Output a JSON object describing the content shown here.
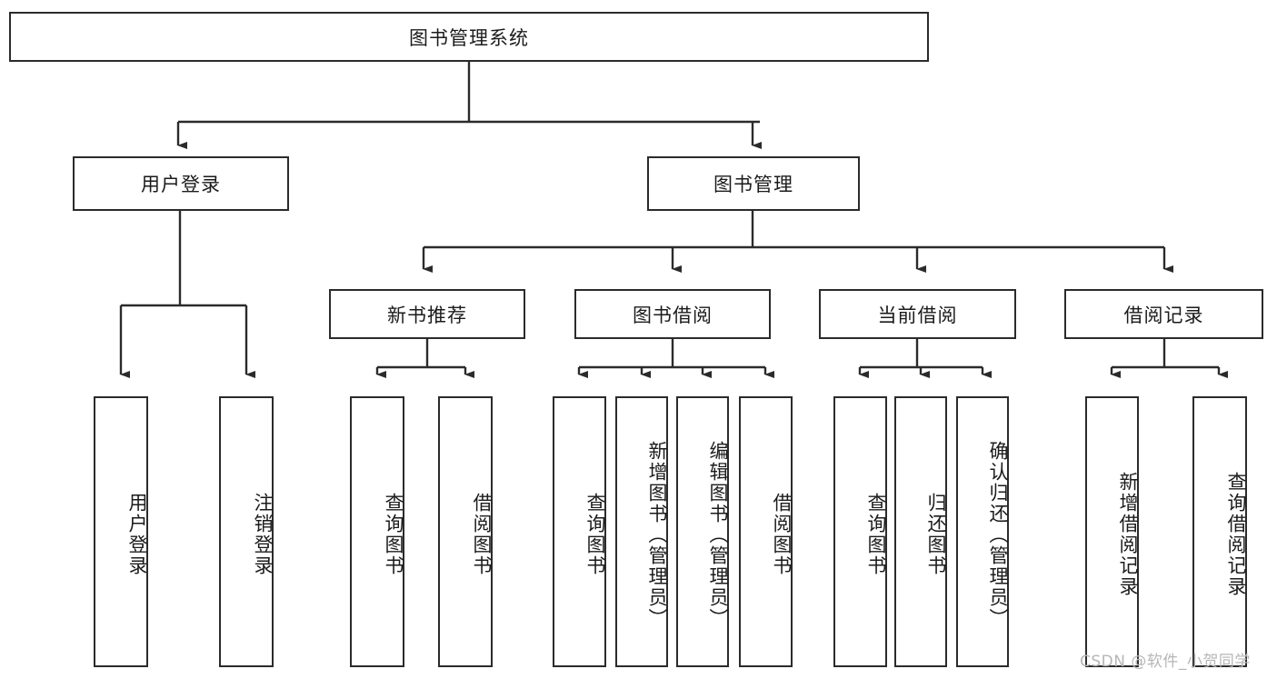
{
  "diagram": {
    "title": "图书管理系统",
    "type": "hierarchy-tree",
    "root": {
      "label": "图书管理系统"
    },
    "level1": [
      {
        "label": "用户登录"
      },
      {
        "label": "图书管理"
      }
    ],
    "level2": [
      {
        "label": "新书推荐"
      },
      {
        "label": "图书借阅"
      },
      {
        "label": "当前借阅"
      },
      {
        "label": "借阅记录"
      }
    ],
    "leaves": [
      {
        "label": "用户登录"
      },
      {
        "label": "注销登录"
      },
      {
        "label": "查询图书"
      },
      {
        "label": "借阅图书"
      },
      {
        "label": "查询图书"
      },
      {
        "label": "新增图书（管理员）"
      },
      {
        "label": "编辑图书（管理员）"
      },
      {
        "label": "借阅图书"
      },
      {
        "label": "查询图书"
      },
      {
        "label": "归还图书"
      },
      {
        "label": "确认归还（管理员）"
      },
      {
        "label": "新增借阅记录"
      },
      {
        "label": "查询借阅记录"
      }
    ],
    "watermark": "CSDN @软件_小贺同学",
    "colors": {
      "stroke": "#2b2b2b",
      "fill": "#ffffff",
      "text": "#1b1b1b",
      "watermark": "#b6b6b6"
    }
  }
}
